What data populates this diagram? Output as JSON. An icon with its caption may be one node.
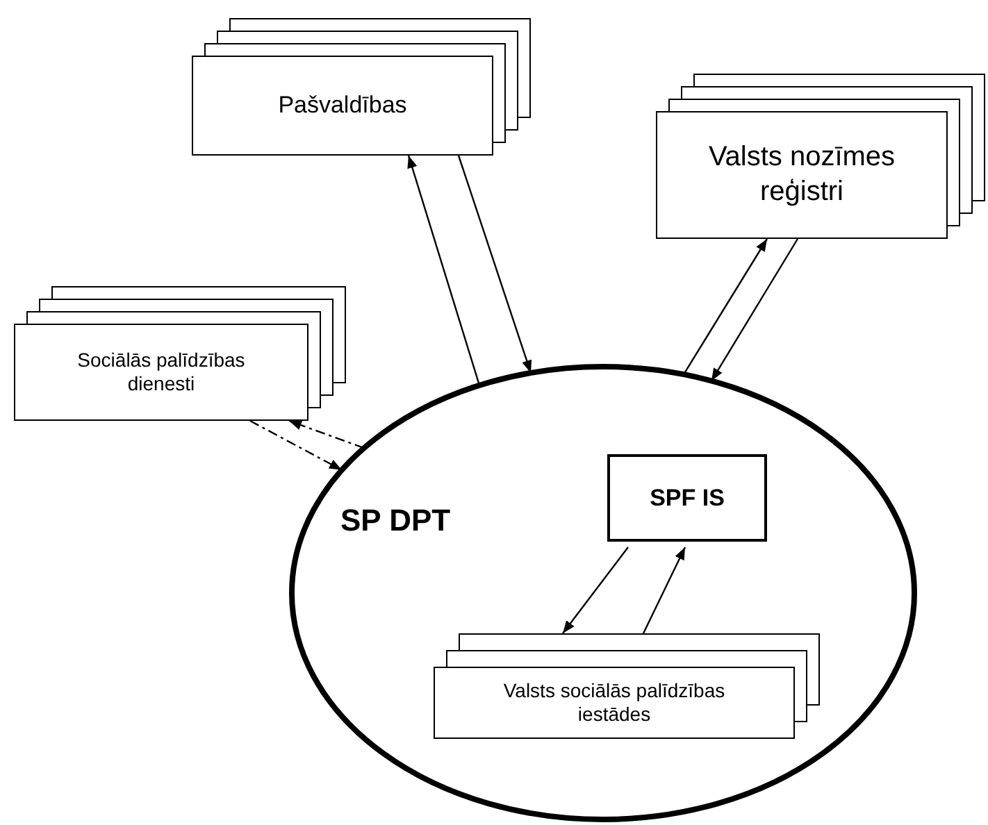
{
  "diagram": {
    "nodes": [
      {
        "text": [
          "Pašvaldības"
        ]
      },
      {
        "text": [
          "Valsts nozīmes reģistri"
        ]
      },
      {
        "text": [
          "Sociālās palīdzības dienesti"
        ]
      },
      {
        "text": [
          "SP DPT"
        ]
      },
      {
        "text": [
          "SPF IS"
        ],
        "in": 3
      },
      {
        "text": [
          "Valsts sociālās palīdzības iestādes"
        ],
        "in": 3
      }
    ],
    "edges": [
      {
        "from": 3,
        "to": 0,
        "arrow": "to"
      },
      {
        "from": 0,
        "to": 3,
        "arrow": "to"
      },
      {
        "from": 3,
        "to": 1,
        "arrow": "to"
      },
      {
        "from": 1,
        "to": 3,
        "arrow": "to"
      },
      {
        "from": 2,
        "to": 3,
        "arrow": "to",
        "style": "dashed"
      },
      {
        "from": 3,
        "to": 2,
        "arrow": "to",
        "style": "dashed"
      },
      {
        "from": 4,
        "to": 5,
        "arrow": "to"
      },
      {
        "from": 5,
        "to": 4,
        "arrow": "to"
      }
    ]
  }
}
